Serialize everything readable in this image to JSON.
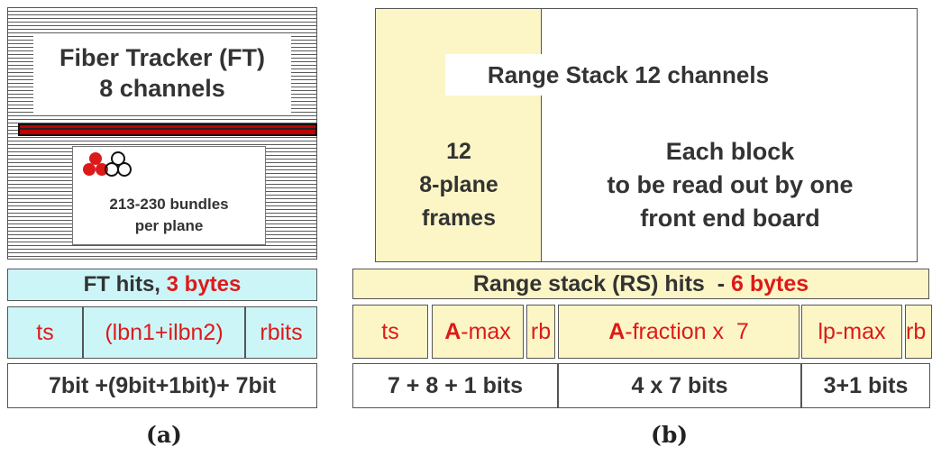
{
  "panel_a": {
    "title_line1": "Fiber Tracker (FT)",
    "title_line2": "8 channels",
    "bundles_line1": "213-230 bundles",
    "bundles_line2": "per plane",
    "hits_label": "FT hits, ",
    "hits_bytes": "3 bytes",
    "fields": [
      "ts",
      "(lbn1+ilbn2)",
      "rbits"
    ],
    "bits": "7bit +(9bit+1bit)+ 7bit",
    "caption": "(a)"
  },
  "panel_b": {
    "title": "Range Stack 12 channels",
    "frames_line1": "12",
    "frames_line2": "8-plane",
    "frames_line3": "frames",
    "desc_line1": "Each block",
    "desc_line2": "to be read out by one",
    "desc_line3": "front end board",
    "hits_label": "Range stack (RS) hits  - ",
    "hits_bytes": "6 bytes",
    "field_ts": "ts",
    "field_amax_a": "A",
    "field_amax_rest": "-max",
    "field_rb": "rb",
    "field_afrac_a": "A",
    "field_afrac_rest": "-fraction x  7",
    "field_lpmax": "lp-max",
    "field_rb2": "rb",
    "bits": [
      "7 + 8 + 1 bits",
      "4 x 7 bits",
      "3+1 bits"
    ],
    "caption": "(b)"
  },
  "colors": {
    "cyan": "#ccf5f8",
    "yellow": "#fcf6c6",
    "red": "#dd1a1a",
    "fiber_red": "#c00000"
  }
}
